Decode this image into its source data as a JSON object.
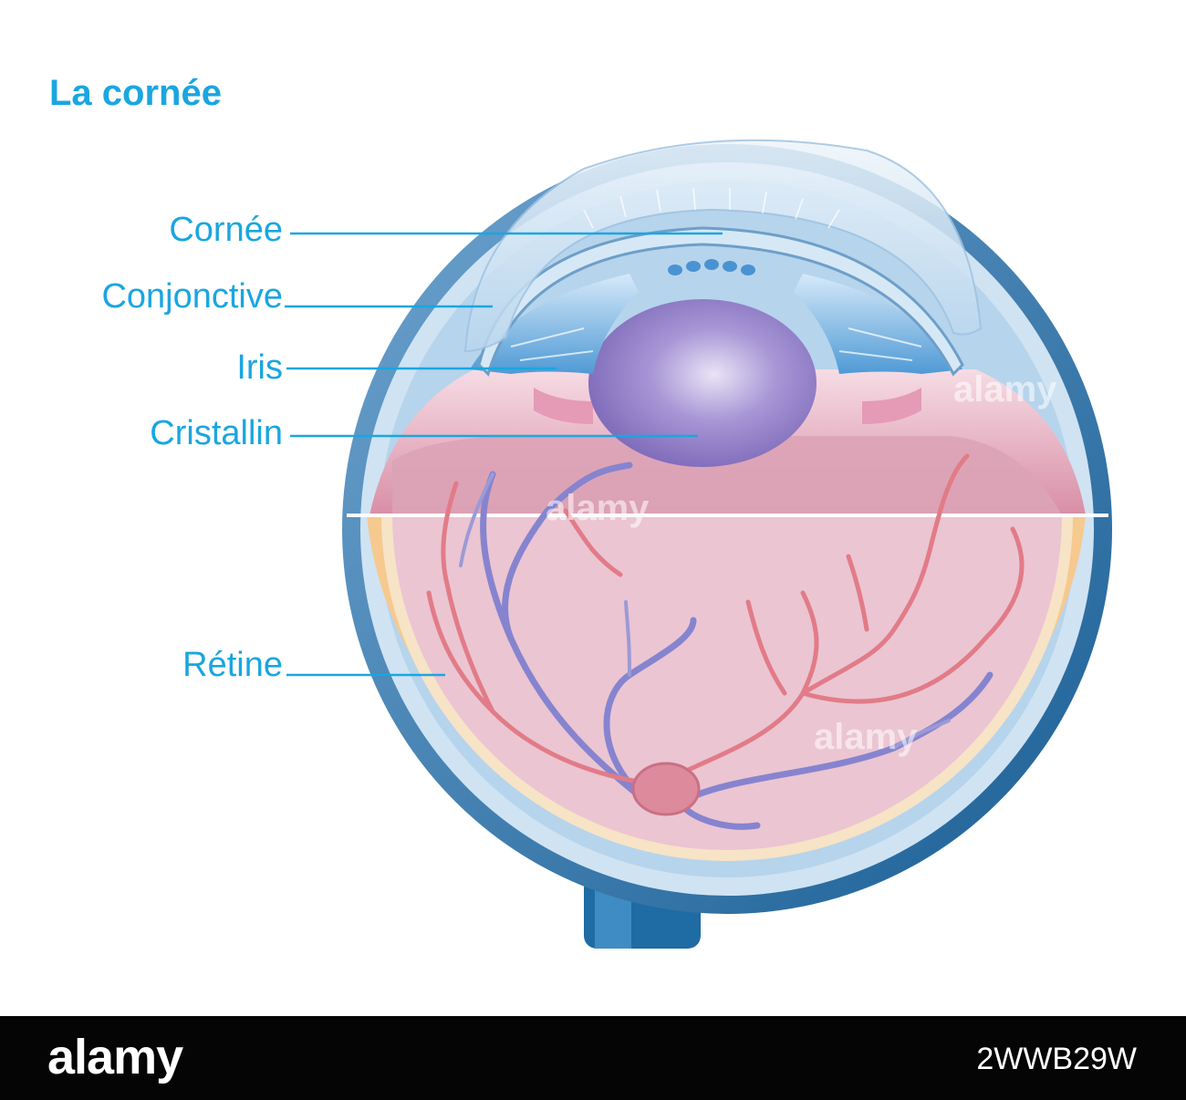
{
  "title": "La cornée",
  "labels": [
    {
      "id": "cornee",
      "text": "Cornée"
    },
    {
      "id": "conjonctive",
      "text": "Conjonctive"
    },
    {
      "id": "iris",
      "text": "Iris"
    },
    {
      "id": "cristallin",
      "text": "Cristallin"
    },
    {
      "id": "retine",
      "text": "Rétine"
    }
  ],
  "watermark": "alamy",
  "footer": {
    "logo": "alamy",
    "image_code": "2WWB29W"
  },
  "colors": {
    "accent": "#1aa6e0",
    "sclera_dark": "#1d6aa0",
    "sclera_light": "#a9cde8",
    "retina_fill": "#ebc3cf",
    "retina_layer": "#f2a65a",
    "lens": "#8f7cc4",
    "vein": "#8a88cf",
    "artery": "#e07a86",
    "footer_bg": "#050505"
  }
}
